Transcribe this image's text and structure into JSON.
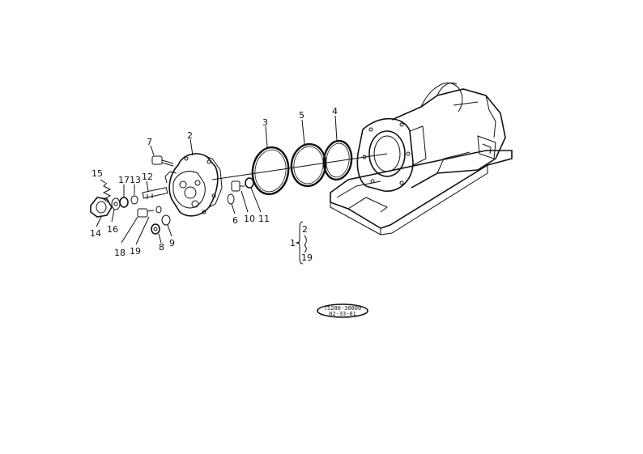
{
  "callouts": {
    "p1": "1",
    "p2": "2",
    "p3": "3",
    "p4": "4",
    "p5": "5",
    "p6": "6",
    "p7": "7",
    "p8": "8",
    "p9": "9",
    "p10": "10",
    "p11": "11",
    "p12": "12",
    "p13": "13",
    "p14": "14",
    "p15": "15",
    "p16": "16",
    "p17": "17",
    "p18": "18",
    "p19": "19"
  },
  "assembly_group": {
    "label": "1",
    "first": "2",
    "last": "19"
  },
  "reference": {
    "line1": "75280-30000",
    "line2": "02-33-01"
  }
}
